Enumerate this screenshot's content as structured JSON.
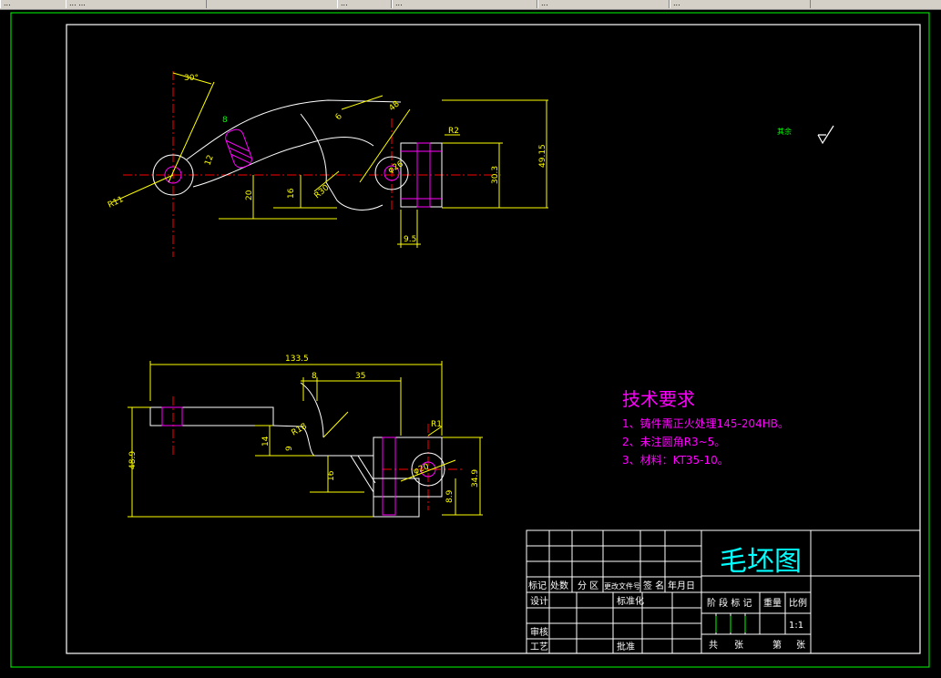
{
  "taskbar": {
    "items": [
      {
        "label": "..."
      },
      {
        "label": "...  ..."
      },
      {
        "label": "..."
      },
      {
        "label": "..."
      },
      {
        "label": "..."
      },
      {
        "label": "..."
      }
    ]
  },
  "drawing": {
    "top_view_dims": {
      "angle": "30°",
      "r11": "R11",
      "d26": "φ26",
      "d49": "49.15",
      "d30": "30.3",
      "d20": "20",
      "d16": "16",
      "d95": "9.5",
      "r2": "R2",
      "d48": "48",
      "r30": "R30",
      "d6": "6",
      "d8a": "8",
      "d12": "12"
    },
    "front_view_dims": {
      "d1335": "133.5",
      "d8": "8",
      "d35": "35",
      "d489": "48.9",
      "d14": "14",
      "d9": "9",
      "d16": "16",
      "d349": "34.9",
      "d20": "φ20",
      "d89": "8.9",
      "r1": "R1",
      "r18": "R18"
    },
    "roughness_label": "其余",
    "tech": {
      "title": "技术要求",
      "lines": [
        "1、铸件需正火处理145-204HB。",
        "2、未注圆角R3~5。",
        "3、材料：KT35-10。"
      ]
    },
    "title_block": {
      "drawing_name": "毛坯图",
      "cells": {
        "biaoji": "标记",
        "chushu": "处数",
        "fenqu": "分 区",
        "genggai": "更改文件号",
        "qianming": "签 名",
        "nianyueri": "年月日",
        "sheji": "设计",
        "biaozhunhua": "标准化",
        "shenhe": "审核",
        "gongyi": "工艺",
        "pizhun": "批准",
        "jieduan": "阶 段 标 记",
        "zhongliang": "重量",
        "bili": "比例",
        "scale": "1:1",
        "gong": "共",
        "zhang": "张",
        "di": "第",
        "zhang2": "张"
      }
    }
  },
  "colors": {
    "background": "#000000",
    "border": "#ffffff",
    "dimension": "#ffff00",
    "centerline": "#ff0000",
    "hatch": "#ff00ff",
    "titleblock": "#00ffff",
    "outline": "#ffffff"
  }
}
